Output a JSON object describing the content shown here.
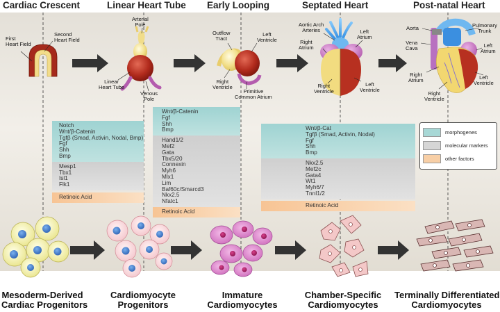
{
  "stages": [
    {
      "title": "Cardiac Crescent"
    },
    {
      "title": "Linear Heart Tube"
    },
    {
      "title": "Early Looping"
    },
    {
      "title": "Septated Heart"
    },
    {
      "title": "Post-natal Heart"
    }
  ],
  "heart_labels": {
    "crescent": {
      "first_field": "First\nHeart Field",
      "second_field": "Second\nHeart Field"
    },
    "tube": {
      "arterial_pole": "Arterial\nPole",
      "linear_tube": "Linear\nHeart Tube",
      "venous_pole": "Venous\nPole"
    },
    "looping": {
      "outflow_tract": "Outflow\nTract",
      "left_ventricle": "Left\nVentricle",
      "right_ventricle": "Right\nVentricle",
      "primitive_atrium": "Primitive\nCommon Atrium"
    },
    "septated": {
      "aortic_arch": "Aortic Arch\nArteries",
      "right_atrium": "Right\nAtrium",
      "left_atrium": "Left\nAtrium",
      "right_ventricle": "Right\nVentricle",
      "left_ventricle": "Left\nVentricle"
    },
    "postnatal": {
      "aorta": "Aorta",
      "pulmonary_trunk": "Pulmonary\nTrunk",
      "vena_cava": "Vena\nCava",
      "left_atrium": "Left\nAtrium",
      "right_atrium": "Right\nAtrium",
      "right_ventricle": "Right\nVentricle",
      "left_ventricle": "Left\nVentricle"
    }
  },
  "panels": {
    "crescent": {
      "morphogenes": [
        "Notch",
        "Wnt/β-Catenin",
        "Tgfβ (Smad, Activin, Nodal, Bmp)",
        "Fgf",
        "Shh",
        "Bmp"
      ],
      "markers": [
        "Mesp1",
        "Tbx1",
        "Isl1",
        "Flk1"
      ],
      "other": [
        "Retinoic Acid"
      ]
    },
    "tube": {
      "morphogenes": [
        "Wnt/β-Catenin",
        "Fgf",
        "Shh",
        "Bmp"
      ],
      "markers": [
        "Hand1/2",
        "Mef2",
        "Gata",
        "Tbx5/20",
        "Connexin",
        "Myh6",
        "Mlx1",
        "Lim",
        "Baf60c/Smarcd3",
        "Nkx2.5",
        "Nfatc1"
      ],
      "other": [
        "Retinoic Acid"
      ]
    },
    "septated": {
      "morphogenes": [
        "Wnt/β-Cat",
        "Tgfβ (Smad, Activin, Nodal)",
        "Fgf",
        "Shh",
        "Bmp"
      ],
      "markers": [
        "Nkx2.5",
        "Mef2c",
        "Gata4",
        "Wt1",
        "Myh6/7",
        "TnnI1/2"
      ],
      "other": [
        "Retinoic Acid"
      ]
    }
  },
  "legend": {
    "morphogenes": "morphogenes",
    "markers": "molecular markers",
    "other": "other factors"
  },
  "cell_stages": [
    {
      "line1": "Mesoderm-Derived",
      "line2": "Cardiac Progenitors"
    },
    {
      "line1": "Cardiomyocyte",
      "line2": "Progenitors"
    },
    {
      "line1": "Immature",
      "line2": "Cardiomyocytes"
    },
    {
      "line1": "Chamber-Specific",
      "line2": "Cardiomyocytes"
    },
    {
      "line1": "Terminally Differentiated",
      "line2": "Cardiomyocytes"
    }
  ],
  "colors": {
    "morphogenes": "#a8d8d6",
    "markers": "#d6d6d6",
    "other": "#f8cfa6",
    "arrow": "#333333"
  }
}
